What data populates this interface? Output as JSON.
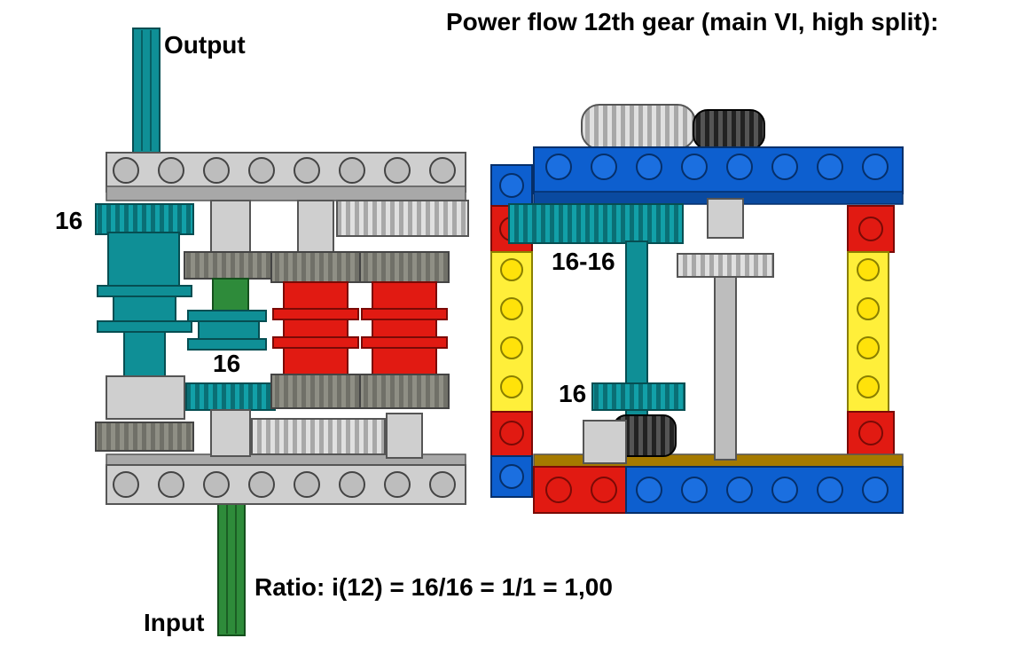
{
  "title": "Power flow 12th gear (main VI, high split):",
  "labels": {
    "output": "Output",
    "input": "Input",
    "ratio": "Ratio: i(12) = 16/16 = 1/1 = 1,00",
    "gear_left_top": "16",
    "gear_left_mid": "16",
    "gear_right_top": "16-16",
    "gear_right_bottom": "16"
  },
  "colors": {
    "teal": "#0f8f96",
    "light_gray": "#cfcfcf",
    "dark_gray": "#8f8f85",
    "red": "#e11a12",
    "blue": "#0d5fcf",
    "yellow": "#ffef3a",
    "green": "#2e8b3a",
    "black": "#111111"
  }
}
